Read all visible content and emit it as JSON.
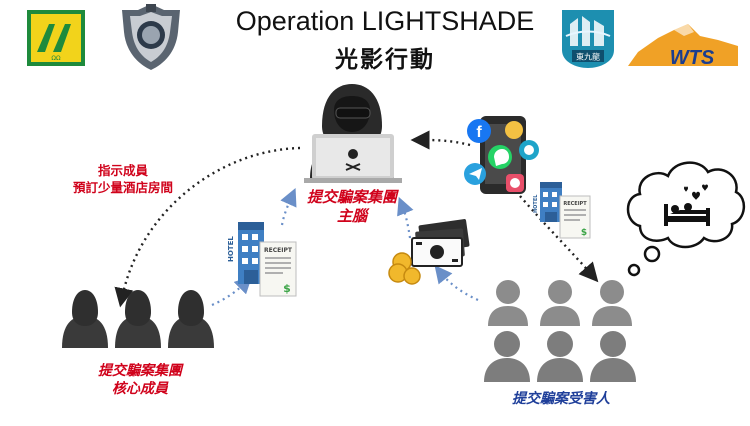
{
  "header": {
    "title_en": "Operation LIGHTSHADE",
    "title_zh": "光影行動"
  },
  "logos": {
    "left_logo_text": "ΩΩ",
    "wts_text": "WTS",
    "kowloon_text": "東九龍"
  },
  "nodes": {
    "mastermind": {
      "label_line1": "提交騙案集團",
      "label_line2": "主腦"
    },
    "instruction": {
      "line1": "指示成員",
      "line2": "預訂少量酒店房間"
    },
    "core_members": {
      "label_line1": "提交騙案集團",
      "label_line2": "核心成員"
    },
    "victims": {
      "label": "提交騙案受害人"
    }
  },
  "props": {
    "hotel_sign": "HOTEL",
    "receipt_label": "RECEIPT",
    "receipt_dollar": "$"
  },
  "colors": {
    "red_label": "#d0021b",
    "blue_label": "#1f3f9a",
    "hacker": "#2a2a2a",
    "victim_gray": "#8c8c8c"
  }
}
